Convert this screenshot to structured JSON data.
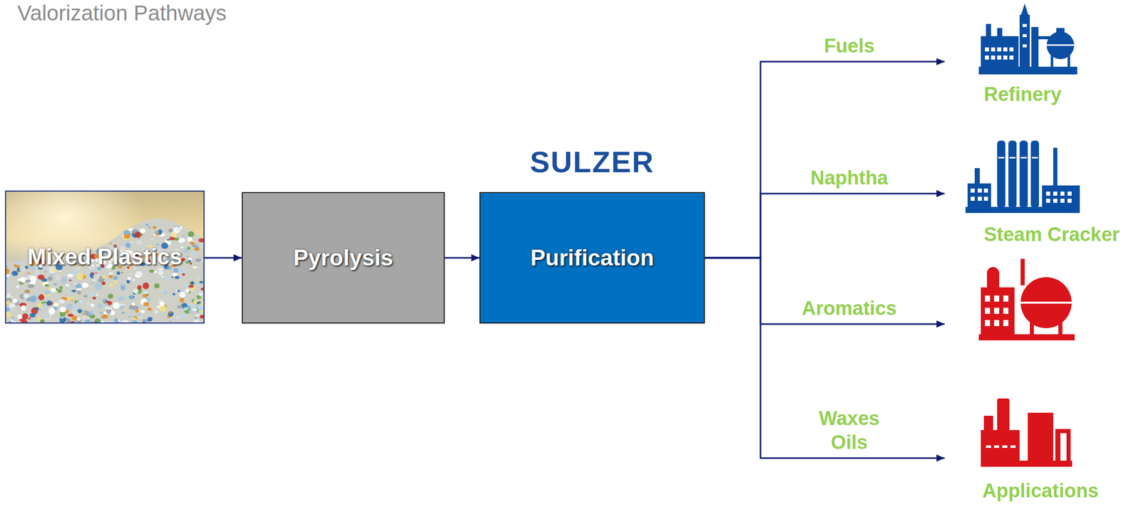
{
  "diagram": {
    "title": "Valorization Pathways",
    "nodes": [
      {
        "text": [
          "Mixed Plastics"
        ]
      },
      {
        "text": [
          "Pyrolysis"
        ]
      },
      {
        "text": [
          "SULZER",
          "Purification"
        ]
      },
      {
        "text": [
          "Refinery"
        ]
      },
      {
        "text": [
          "Steam Cracker"
        ]
      },
      {
        "text": []
      },
      {
        "text": [
          "Applications"
        ]
      }
    ],
    "edges": [
      {
        "from": 0,
        "to": 1,
        "arrow": "to"
      },
      {
        "from": 1,
        "to": 2,
        "arrow": "to"
      },
      {
        "from": 2,
        "to": 3,
        "label": "Fuels",
        "arrow": "to"
      },
      {
        "from": 2,
        "to": 4,
        "label": "Naphtha",
        "arrow": "to"
      },
      {
        "from": 2,
        "to": 5,
        "label": "Aromatics",
        "arrow": "to"
      },
      {
        "from": 2,
        "to": 6,
        "label": "Waxes Oils",
        "arrow": "to"
      }
    ]
  }
}
